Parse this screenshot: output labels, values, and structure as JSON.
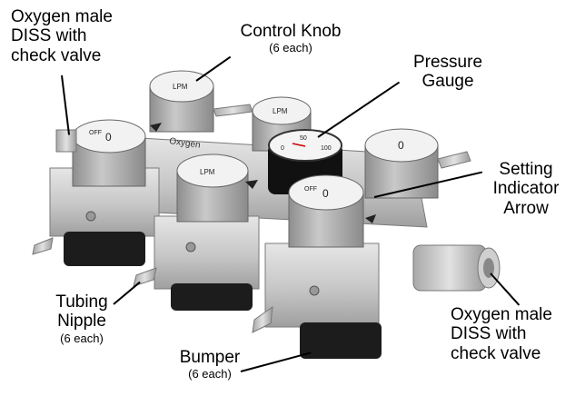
{
  "labels": {
    "oxygen_left": [
      "Oxygen male",
      "DISS with",
      "check valve"
    ],
    "control_knob": {
      "title": "Control Knob",
      "sub": "(6 each)"
    },
    "pressure_gauge": [
      "Pressure",
      "Gauge"
    ],
    "setting_arrow": [
      "Setting",
      "Indicator",
      "Arrow"
    ],
    "tubing_nipple": {
      "lines": [
        "Tubing",
        "Nipple"
      ],
      "sub": "(6 each)"
    },
    "bumper": {
      "title": "Bumper",
      "sub": "(6 each)"
    },
    "oxygen_right": [
      "Oxygen male",
      "DISS with",
      "check valve"
    ]
  },
  "device_text": {
    "knob_lpm": "LPM",
    "knob_off": "OFF",
    "knob_digit": "0",
    "gauge_digits": [
      "0",
      "50",
      "100"
    ],
    "housing": "Oxygen"
  },
  "colors": {
    "metal": "#c9c9c9",
    "metal_dark": "#9a9a9a",
    "knob": "#b5b5b5",
    "face": "#f0f0f0",
    "bumper": "#1c1c1c"
  }
}
